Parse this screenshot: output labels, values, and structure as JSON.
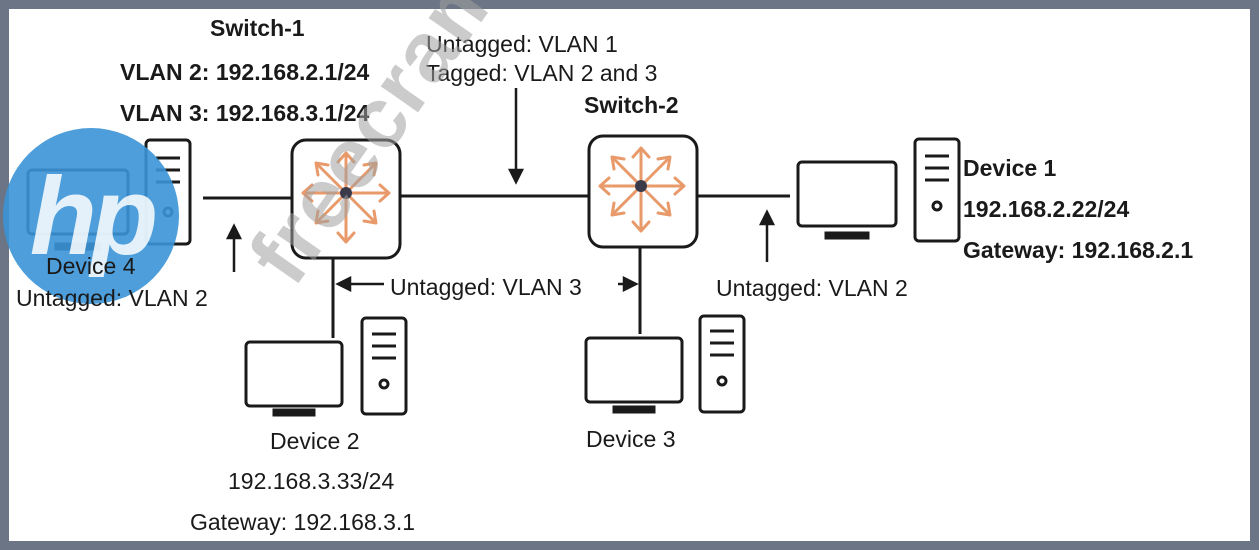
{
  "switch1": {
    "name": "Switch-1",
    "vlan2": "VLAN 2: 192.168.2.1/24",
    "vlan3": "VLAN 3: 192.168.3.1/24"
  },
  "switch2": {
    "name": "Switch-2"
  },
  "trunk": {
    "untagged": "Untagged: VLAN 1",
    "tagged": "Tagged: VLAN 2 and 3"
  },
  "device1": {
    "name": "Device 1",
    "ip": "192.168.2.22/24",
    "gateway": "Gateway: 192.168.2.1",
    "port_label": "Untagged: VLAN 2"
  },
  "device2": {
    "name": "Device 2",
    "ip": "192.168.3.33/24",
    "gateway": "Gateway: 192.168.3.1"
  },
  "device3": {
    "name": "Device 3"
  },
  "device4": {
    "name": "Device 4",
    "port_label": "Untagged: VLAN 2"
  },
  "vlan3_link": {
    "label": "Untagged: VLAN 3"
  },
  "watermark": {
    "text": "freecram.net"
  },
  "logo": {
    "text": "hp",
    "color": "#3a94d7"
  },
  "colors": {
    "frame": "#6b7585",
    "arrow": "#e89a6a",
    "line": "#1a1a1a"
  }
}
